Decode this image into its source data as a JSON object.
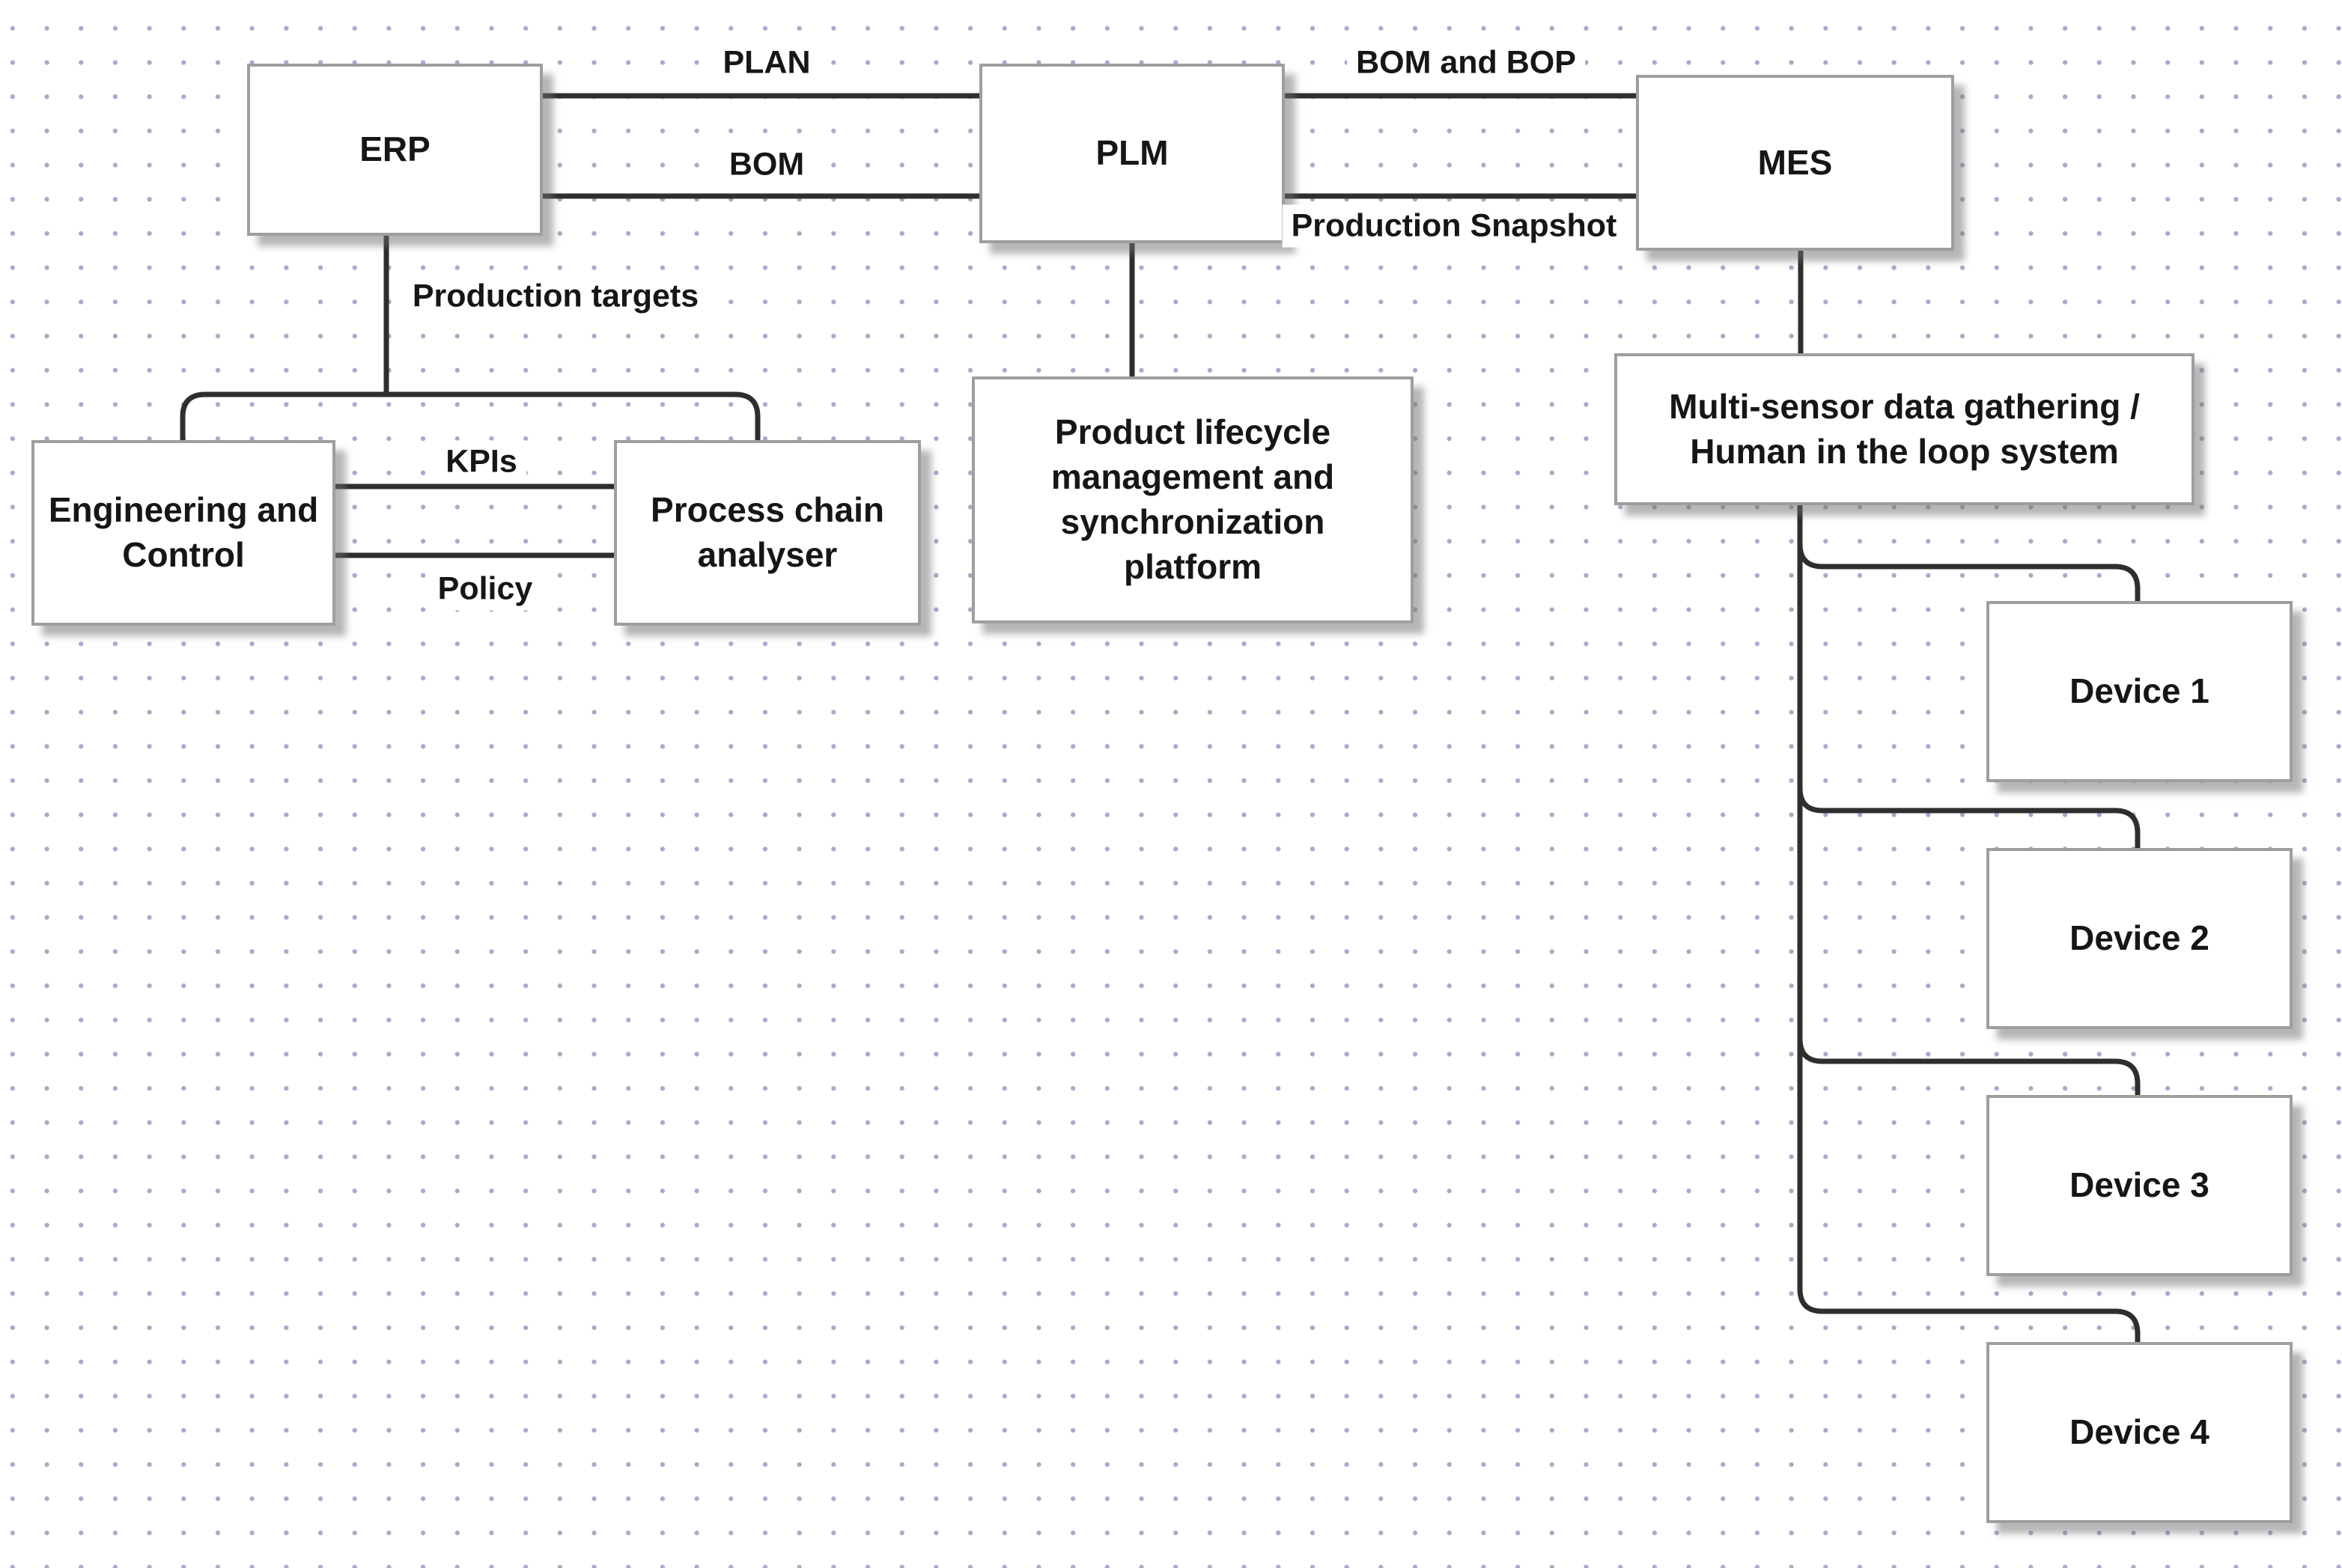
{
  "diagram": {
    "nodes": {
      "erp": {
        "label": "ERP"
      },
      "plm": {
        "label": "PLM"
      },
      "mes": {
        "label": "MES"
      },
      "engineering": {
        "label": "Engineering and Control"
      },
      "process_chain": {
        "label": "Process chain analyser"
      },
      "plm_platform": {
        "label": "Product lifecycle management and synchronization platform"
      },
      "multi_sensor": {
        "label": "Multi-sensor data gathering / Human in the loop system"
      },
      "device1": {
        "label": "Device 1"
      },
      "device2": {
        "label": "Device 2"
      },
      "device3": {
        "label": "Device 3"
      },
      "device4": {
        "label": "Device 4"
      }
    },
    "edge_labels": {
      "plan": "PLAN",
      "bom": "BOM",
      "bom_and_bop": "BOM and BOP",
      "production_snapshot": "Production Snapshot",
      "production_targets": "Production targets",
      "kpis": "KPIs",
      "policy": "Policy"
    },
    "edges": [
      {
        "from": "ERP",
        "to": "PLM",
        "label": "PLAN"
      },
      {
        "from": "ERP",
        "to": "PLM",
        "label": "BOM"
      },
      {
        "from": "PLM",
        "to": "MES",
        "label": "BOM and BOP"
      },
      {
        "from": "PLM",
        "to": "MES",
        "label": "Production Snapshot"
      },
      {
        "from": "ERP",
        "to": "Engineering and Control",
        "label": "Production targets"
      },
      {
        "from": "ERP",
        "to": "Process chain analyser",
        "label": "Production targets"
      },
      {
        "from": "Engineering and Control",
        "to": "Process chain analyser",
        "label": "KPIs"
      },
      {
        "from": "Engineering and Control",
        "to": "Process chain analyser",
        "label": "Policy"
      },
      {
        "from": "PLM",
        "to": "Product lifecycle management and synchronization platform",
        "label": ""
      },
      {
        "from": "MES",
        "to": "Multi-sensor data gathering / Human in the loop system",
        "label": ""
      },
      {
        "from": "Multi-sensor data gathering / Human in the loop system",
        "to": "Device 1",
        "label": ""
      },
      {
        "from": "Multi-sensor data gathering / Human in the loop system",
        "to": "Device 2",
        "label": ""
      },
      {
        "from": "Multi-sensor data gathering / Human in the loop system",
        "to": "Device 3",
        "label": ""
      },
      {
        "from": "Multi-sensor data gathering / Human in the loop system",
        "to": "Device 4",
        "label": ""
      }
    ],
    "colors": {
      "line": "#2e2e2e",
      "box_border": "#9e9e9e",
      "box_fill": "#ffffff",
      "grid_dot": "#a9a9c9",
      "text": "#161616"
    }
  }
}
